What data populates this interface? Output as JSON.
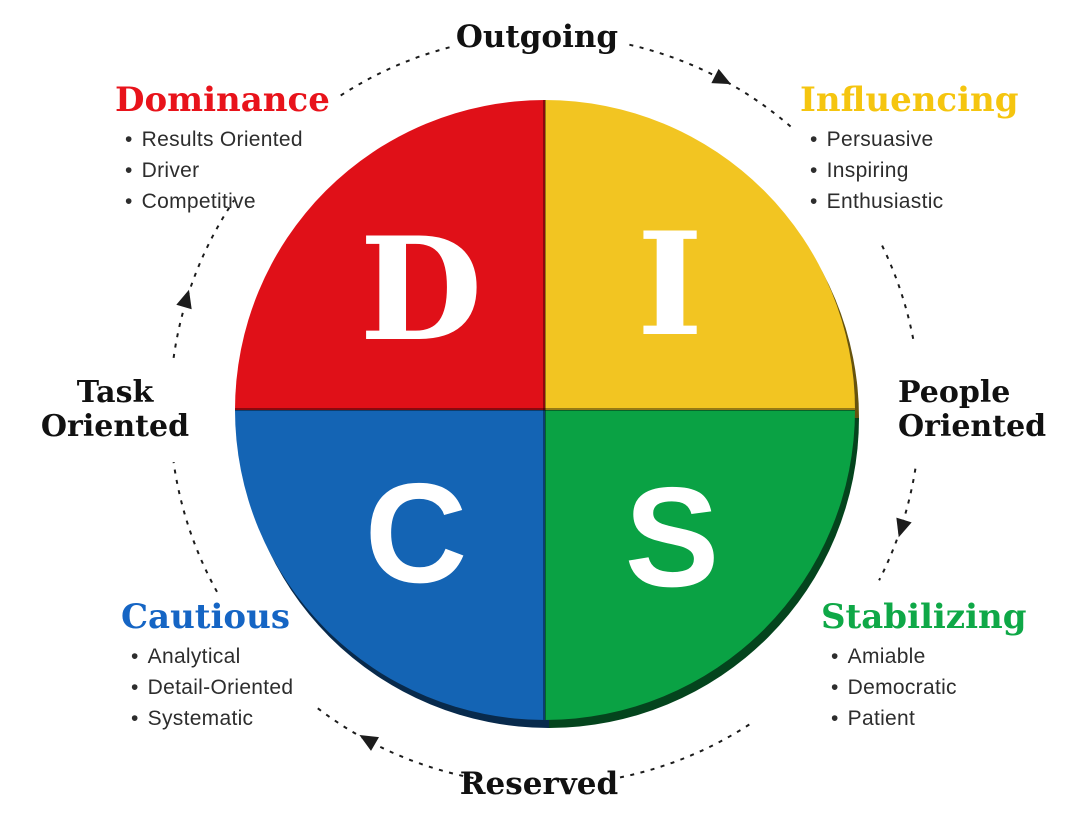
{
  "bullet_char": "•",
  "colors": {
    "background": "#ffffff",
    "arrow": "#1c1c1c",
    "letter": "#ffffff",
    "axis_label": "#111111"
  },
  "axis_labels": {
    "top": "Outgoing",
    "bottom": "Reserved",
    "left": {
      "line1": "Task",
      "line2": "Oriented"
    },
    "right": {
      "line1": "People",
      "line2": "Oriented"
    }
  },
  "quadrants": [
    {
      "letter": "D",
      "title": "Dominance",
      "color": "#E01018",
      "title_color": "#E8131B",
      "traits": [
        "Results Oriented",
        "Driver",
        "Competitive"
      ]
    },
    {
      "letter": "I",
      "title": "Influencing",
      "color": "#F2C522",
      "title_color": "#F5C50F",
      "traits": [
        "Persuasive",
        "Inspiring",
        "Enthusiastic"
      ]
    },
    {
      "letter": "C",
      "title": "Cautious",
      "color": "#1464B4",
      "title_color": "#1565C4",
      "traits": [
        "Analytical",
        "Detail-Oriented",
        "Systematic"
      ]
    },
    {
      "letter": "S",
      "title": "Stabilizing",
      "color": "#0AA244",
      "title_color": "#0FA847",
      "traits": [
        "Amiable",
        "Democratic",
        "Patient"
      ]
    }
  ]
}
